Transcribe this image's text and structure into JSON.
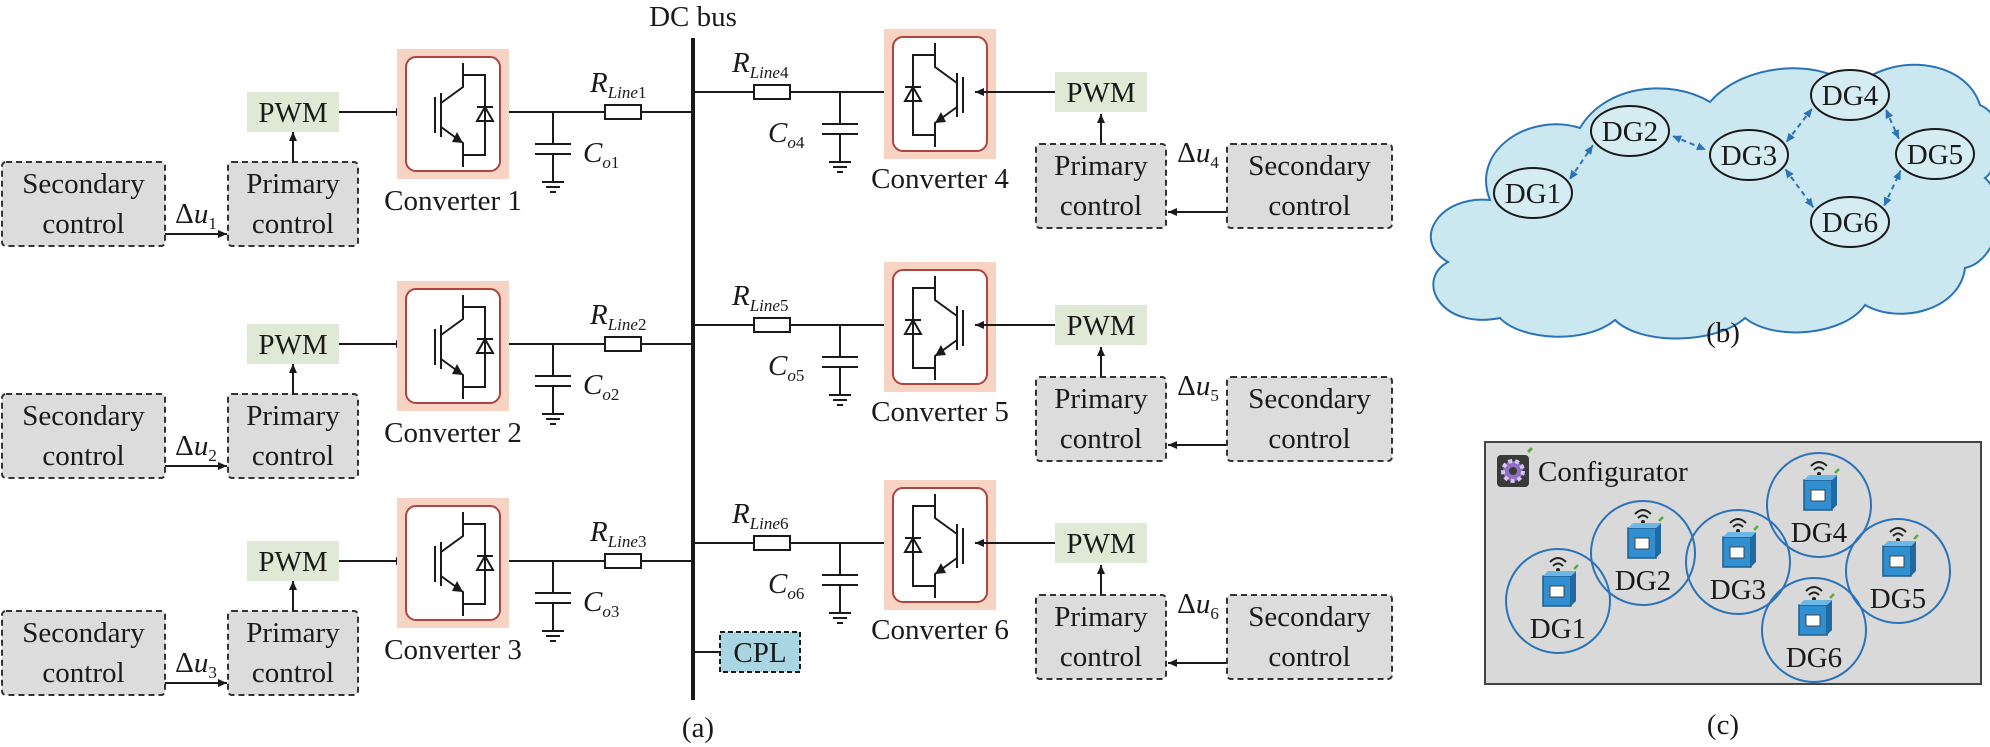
{
  "panel_a": {
    "bus_label": "DC bus",
    "caption": "(a)",
    "pwm": "PWM",
    "secondary_l1": "Secondary",
    "secondary_l2": "control",
    "primary_l1": "Primary",
    "primary_l2": "control",
    "delta": "Δ",
    "u": "u",
    "r_main": "R",
    "r_sub": "Line",
    "c_main": "C",
    "c_sub": "o",
    "cpl": "CPL",
    "converters_left": [
      {
        "name": "Converter 1",
        "u_idx": "1",
        "r_idx": "1",
        "c_idx": "1"
      },
      {
        "name": "Converter 2",
        "u_idx": "2",
        "r_idx": "2",
        "c_idx": "2"
      },
      {
        "name": "Converter 3",
        "u_idx": "3",
        "r_idx": "3",
        "c_idx": "3"
      }
    ],
    "converters_right": [
      {
        "name": "Converter 4",
        "u_idx": "4",
        "r_idx": "4",
        "c_idx": "4"
      },
      {
        "name": "Converter 5",
        "u_idx": "5",
        "r_idx": "5",
        "c_idx": "5"
      },
      {
        "name": "Converter 6",
        "u_idx": "6",
        "r_idx": "6",
        "c_idx": "6"
      }
    ]
  },
  "panel_b": {
    "caption": "(b)",
    "nodes": [
      "DG1",
      "DG2",
      "DG3",
      "DG4",
      "DG5",
      "DG6"
    ]
  },
  "panel_c": {
    "caption": "(c)",
    "title": "Configurator",
    "nodes": [
      "DG1",
      "DG2",
      "DG3",
      "DG4",
      "DG5",
      "DG6"
    ]
  },
  "colors": {
    "converter_bg": "#f6d3c3",
    "converter_frame": "#b0433d",
    "pwm_bg": "#dfe9d5",
    "control_bg": "#dcdcdc",
    "cpl_bg": "#a9d5e2",
    "cloud": "#cbe7ef",
    "link_blue": "#2a73b8"
  }
}
